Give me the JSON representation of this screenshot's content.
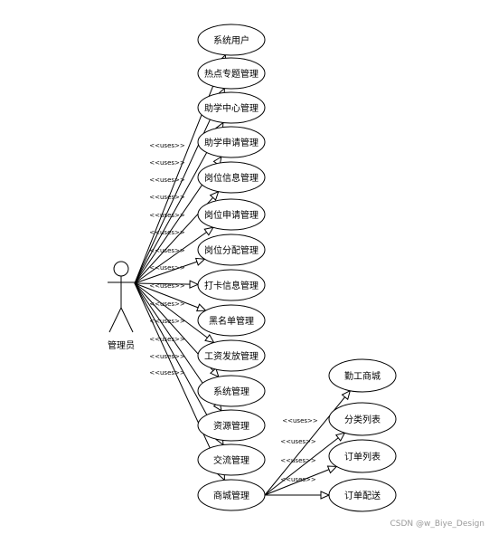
{
  "actor": {
    "label": "管理员"
  },
  "stereotype": "<<uses>>",
  "primary_use_cases": [
    {
      "label": "系统用户"
    },
    {
      "label": "热点专题管理"
    },
    {
      "label": "助学中心管理"
    },
    {
      "label": "助学申请管理"
    },
    {
      "label": "岗位信息管理"
    },
    {
      "label": "岗位申请管理"
    },
    {
      "label": "岗位分配管理"
    },
    {
      "label": "打卡信息管理"
    },
    {
      "label": "黑名单管理"
    },
    {
      "label": "工资发放管理"
    },
    {
      "label": "系统管理"
    },
    {
      "label": "资源管理"
    },
    {
      "label": "交流管理"
    },
    {
      "label": "商城管理"
    }
  ],
  "secondary_use_cases": [
    {
      "label": "勤工商城"
    },
    {
      "label": "分类列表"
    },
    {
      "label": "订单列表"
    },
    {
      "label": "订单配送"
    }
  ],
  "watermark": "CSDN @w_Biye_Design"
}
